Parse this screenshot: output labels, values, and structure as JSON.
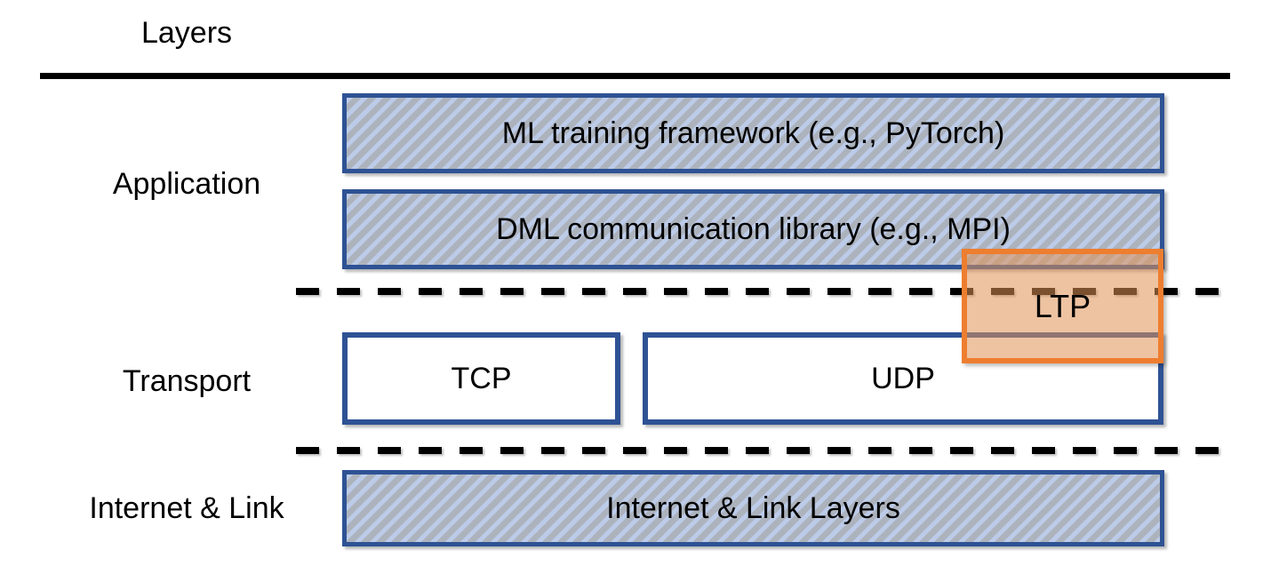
{
  "title": "Layers",
  "layer_labels": {
    "application": "Application",
    "transport": "Transport",
    "internet_link": "Internet & Link"
  },
  "boxes": {
    "ml_framework": "ML training framework (e.g., PyTorch)",
    "dml_library": "DML communication library (e.g., MPI)",
    "ltp": "LTP",
    "tcp": "TCP",
    "udp": "UDP",
    "internet_link_layers": "Internet & Link Layers"
  },
  "colors": {
    "box_border_blue": "#2E5294",
    "hatch_fill_gray": "#ADB3BD",
    "hatch_stripe_blue": "#BCCBE8",
    "ltp_border_orange": "#EE7E2F",
    "ltp_fill_translucent_orange": "rgba(224,145,85,0.55)",
    "divider_black": "#000000",
    "text_black": "#000000"
  }
}
